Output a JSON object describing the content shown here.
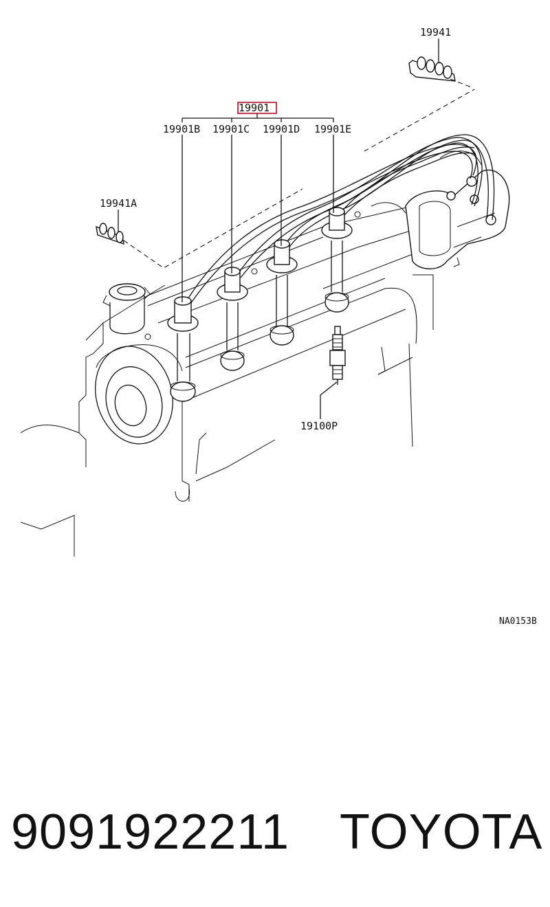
{
  "labels": {
    "set": "19901",
    "wire_b": "19901B",
    "wire_c": "19901C",
    "wire_d": "19901D",
    "wire_e": "19901E",
    "clamp_top": "19941",
    "clamp_left": "19941A",
    "spark_plug": "19100P",
    "drawing_code": "NA0153B"
  },
  "colors": {
    "highlight": "#d0021b",
    "ink": "#111111"
  },
  "caption": {
    "part_number": "9091922211",
    "brand": "TOYOTA"
  }
}
